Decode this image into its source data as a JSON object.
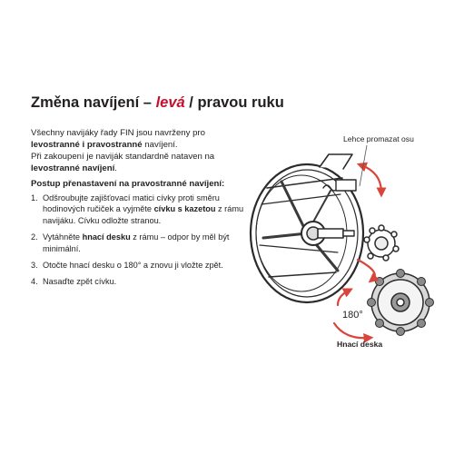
{
  "title": {
    "part1": "Změna navíjení – ",
    "emphasis": "levá",
    "part2": " / pravou ruku"
  },
  "intro": {
    "line1": "Všechny navijáky řady FIN jsou navrženy pro",
    "line2_bold": "levostranné i pravostranné",
    "line2_rest": " navíjení.",
    "line3": "Při zakoupení je naviják standardně nataven na",
    "line4_bold": "levostranné navíjení",
    "line4_rest": "."
  },
  "procedure_title": "Postup přenastavení na pravostranné navíjení:",
  "steps": [
    {
      "num": "1.",
      "a": "Odšroubujte zajišťovací matici cívky proti směru hodinových ručiček a vyjměte ",
      "b": "cívku s kazetou",
      "c": " z rámu navijáku. Cívku odložte stranou."
    },
    {
      "num": "2.",
      "a": "Vytáhněte ",
      "b": "hnací desku",
      "c": " z rámu – odpor by měl být minimální."
    },
    {
      "num": "3.",
      "text": "Otočte hnací desku o 180° a znovu ji vložte zpět."
    },
    {
      "num": "4.",
      "text": "Nasaďte zpět cívku."
    }
  ],
  "diagram": {
    "label_oil": "Lehce promazat osu",
    "label_180": "180°",
    "label_plate": "Hnací deska",
    "accent_color": "#d9453b"
  }
}
